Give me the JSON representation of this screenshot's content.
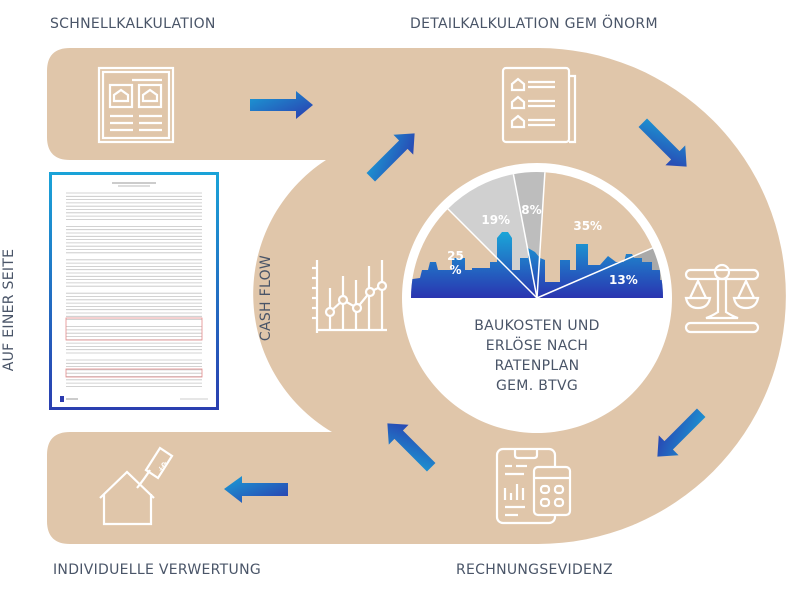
{
  "steps": {
    "quick_calc": "SCHNELLKALKULATION",
    "detail_calc": "DETAILKALKULATION GEM ÖNORM",
    "invoice": "RECHNUNGSEVIDENZ",
    "utilization": "INDIVIDUELLE VERWERTUNG",
    "cash_flow": "CASH FLOW",
    "one_page": "AUF EINER SEITE"
  },
  "center": {
    "lines": [
      "BAUKOSTEN UND",
      "ERLÖSE NACH",
      "RATENPLAN",
      "GEM. BTVG"
    ]
  },
  "colors": {
    "band": "#e0c6aa",
    "text": "#4a5568",
    "arrow_start": "#1a9fd6",
    "arrow_end": "#2b3aae",
    "slice_tan": "#e0c6aa",
    "slice_light": "#d0d0d0",
    "slice_mid": "#bdbdbd",
    "slice_dark": "#a9a9a9"
  },
  "icons": {
    "quick_calc": "document-houses-icon",
    "detail_calc": "checklist-houses-icon",
    "balance": "scales-icon",
    "invoice": "calculator-phone-icon",
    "utilization": "house-price-tag-icon",
    "cash_flow": "line-chart-icon"
  },
  "chart_data": {
    "type": "pie",
    "variant": "semicircle",
    "title": "",
    "categories": [
      "25%",
      "19%",
      "8%",
      "35%",
      "13%"
    ],
    "values": [
      25,
      19,
      8,
      35,
      13
    ],
    "labels": [
      "25\n%",
      "19%",
      "8%",
      "35%",
      "13%"
    ],
    "slice_colors": [
      "slice_tan",
      "slice_light",
      "slice_mid",
      "slice_tan",
      "slice_dark"
    ],
    "start_side": "left",
    "direction": "clockwise"
  }
}
